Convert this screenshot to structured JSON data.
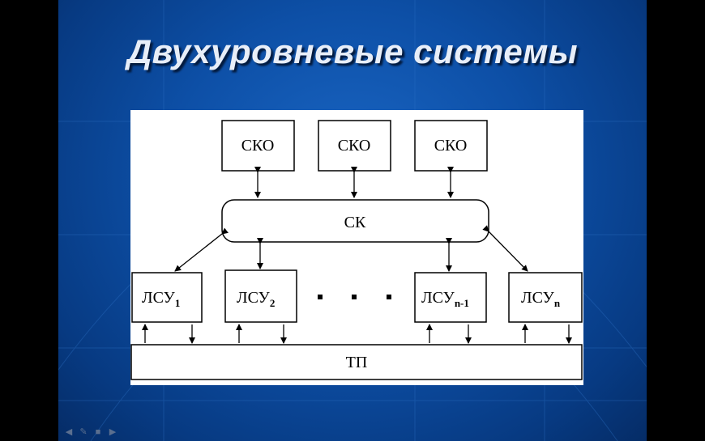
{
  "slide": {
    "title": "Двухуровневые системы"
  },
  "diagram": {
    "top_nodes": [
      "СКО",
      "СКО",
      "СКО"
    ],
    "center_node": "СК",
    "local_nodes": [
      {
        "label": "ЛСУ",
        "sub": "1"
      },
      {
        "label": "ЛСУ",
        "sub": "2"
      },
      {
        "label": "ЛСУ",
        "sub": "n-1"
      },
      {
        "label": "ЛСУ",
        "sub": "n"
      }
    ],
    "bottom_node": "ТП"
  },
  "nav": {
    "icons": [
      "arrow-left-icon",
      "pen-icon",
      "menu-icon",
      "arrow-right-icon"
    ]
  }
}
